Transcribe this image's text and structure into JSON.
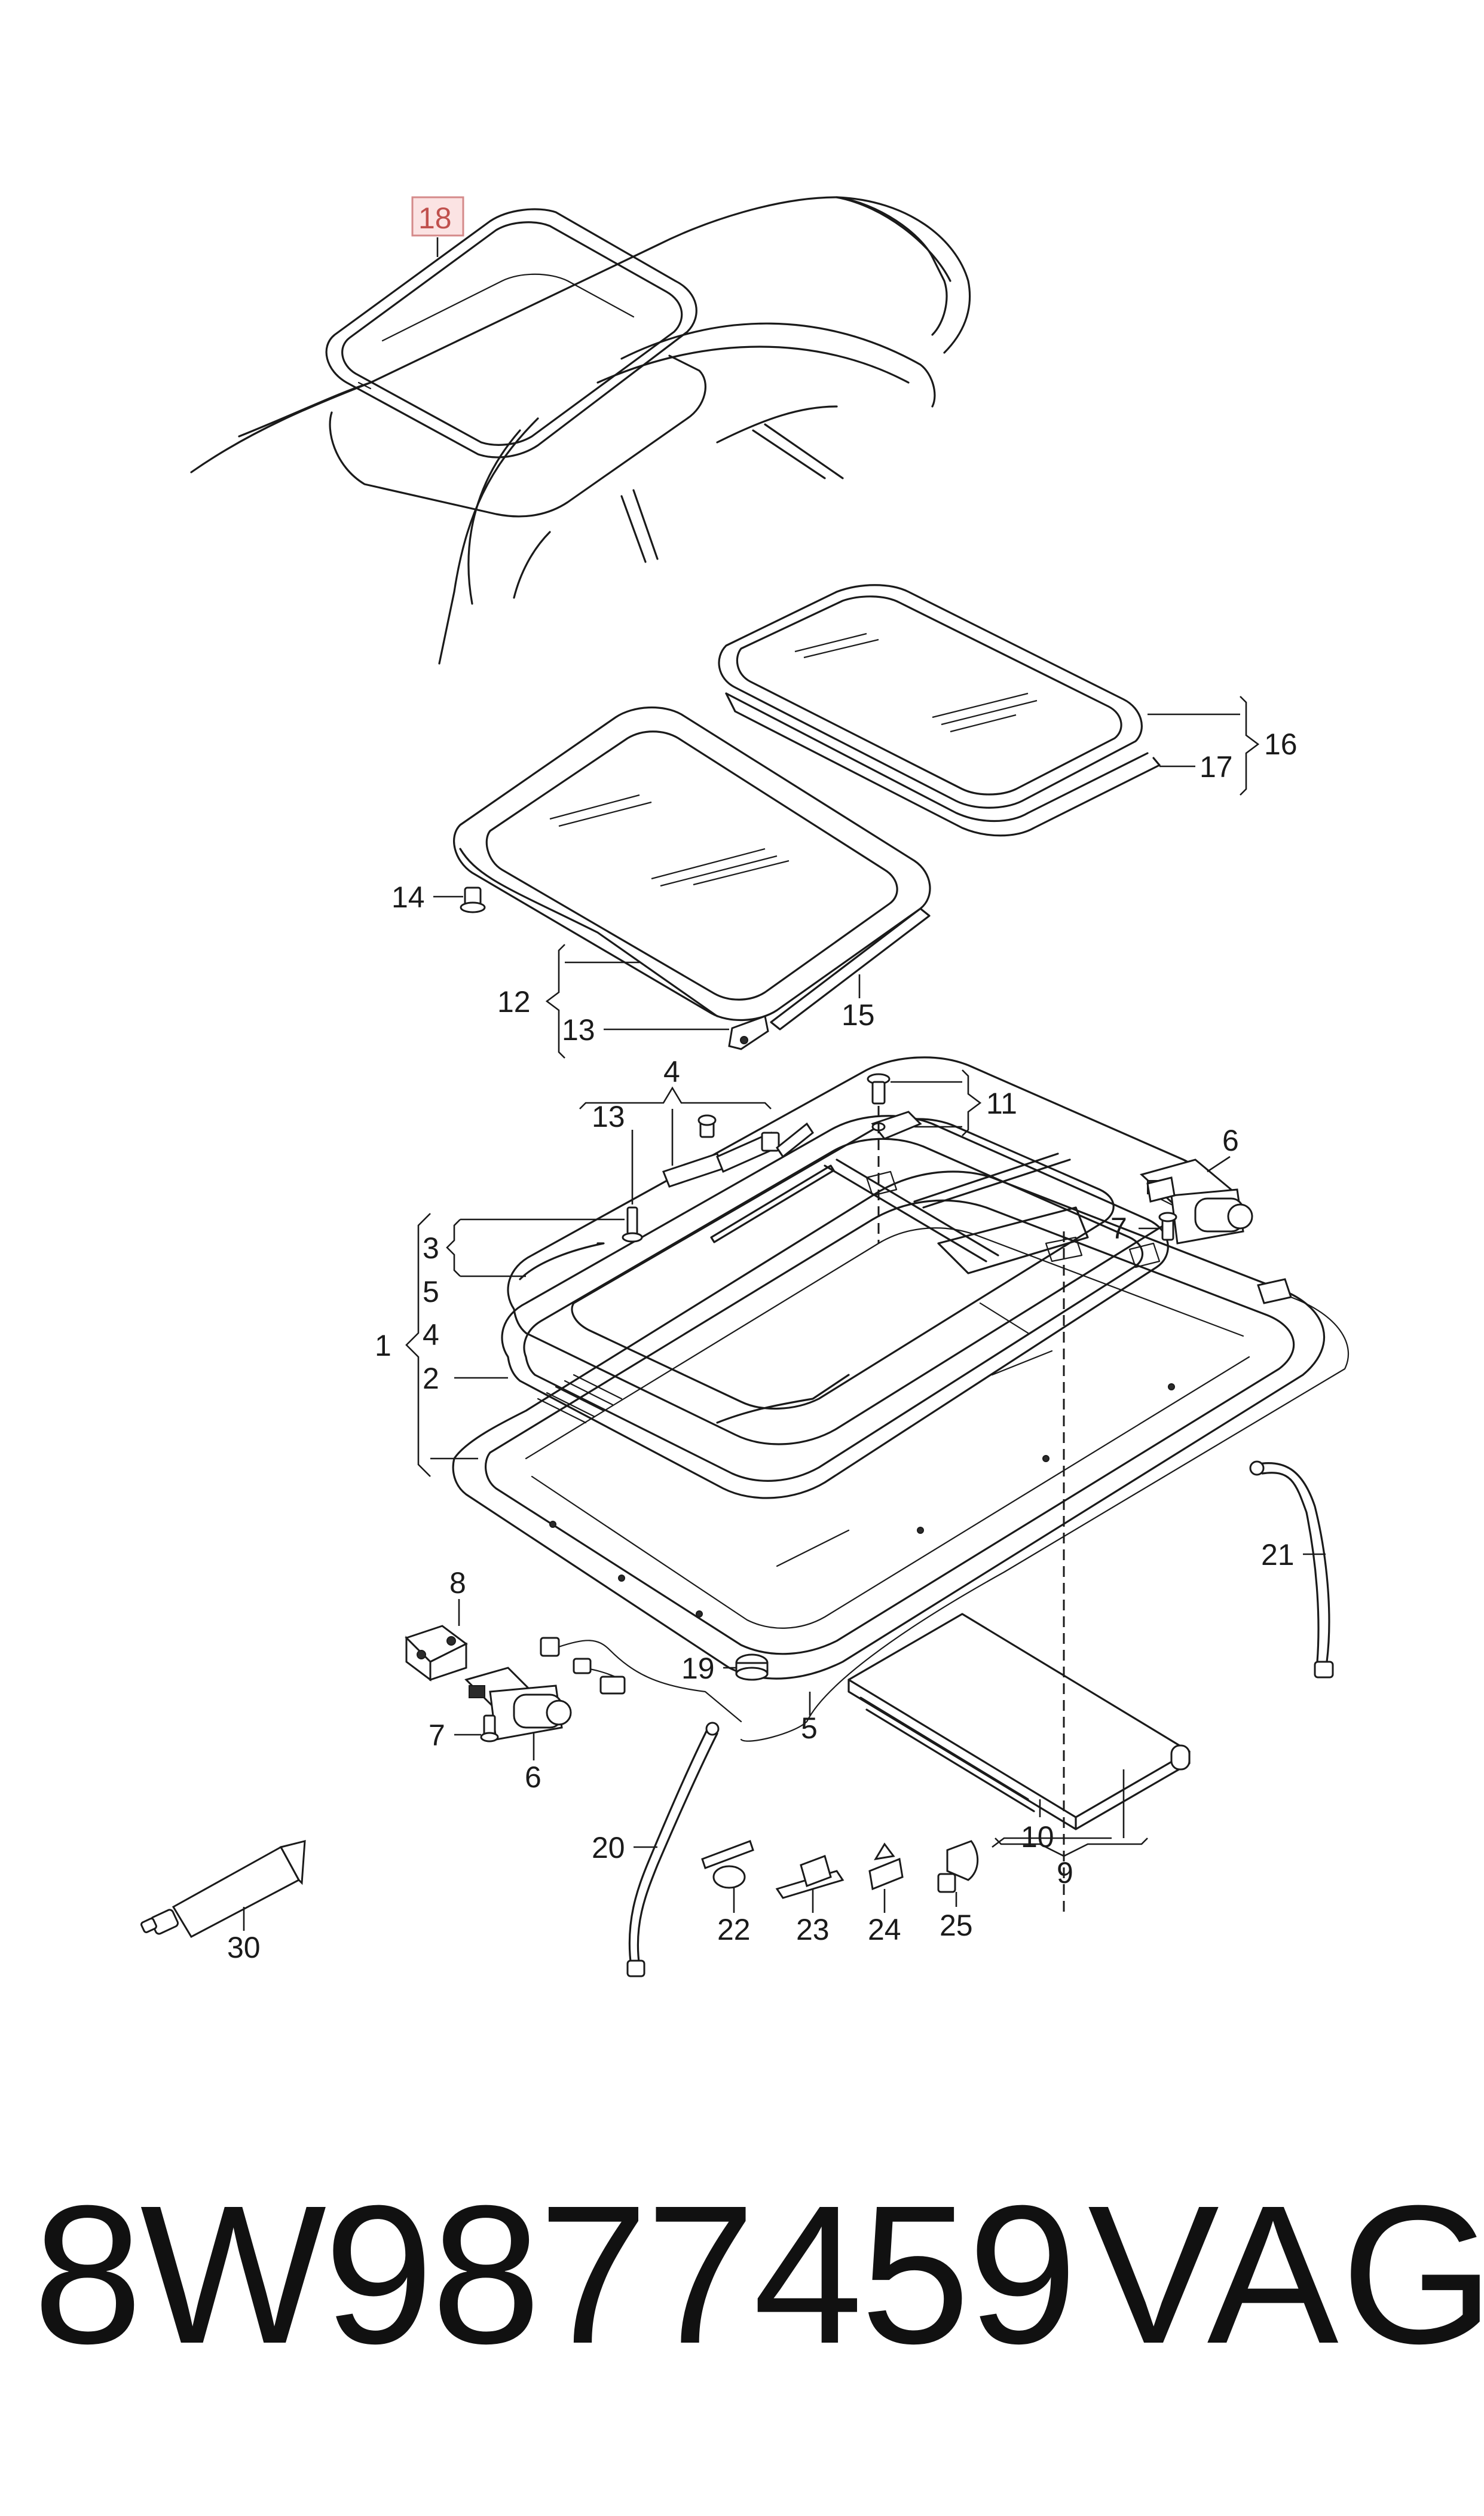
{
  "callouts": {
    "c1": "1",
    "c2": "2",
    "c3": "3",
    "c4a": "4",
    "c4b": "4",
    "c5a": "5",
    "c5b": "5",
    "c6a": "6",
    "c6b": "6",
    "c7a": "7",
    "c7b": "7",
    "c8": "8",
    "c9": "9",
    "c10": "10",
    "c11": "11",
    "c12": "12",
    "c13a": "13",
    "c13b": "13",
    "c14": "14",
    "c15": "15",
    "c16": "16",
    "c17": "17",
    "c18": "18",
    "c19": "19",
    "c20": "20",
    "c21": "21",
    "c22": "22",
    "c23": "23",
    "c24": "24",
    "c25": "25",
    "c30": "30"
  },
  "highlighted_callout": "18",
  "highlight_color": "#c0504d",
  "footer": {
    "part_number": "8W9877459",
    "brand": "VAG"
  }
}
